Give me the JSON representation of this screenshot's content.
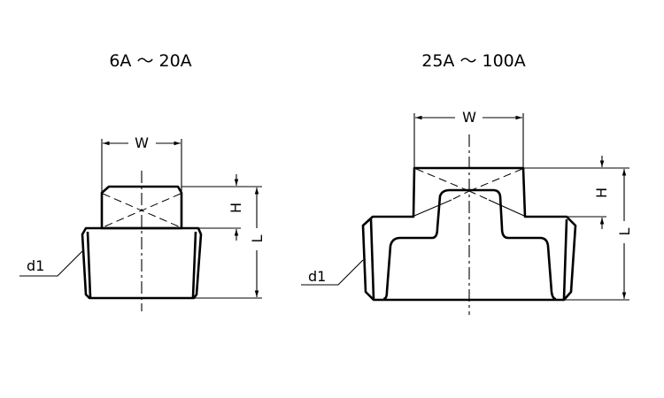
{
  "left_figure": {
    "title": "6A ～ 20A",
    "width_label": "W",
    "hex_height_label": "H",
    "length_label": "L",
    "thread_label": "d1"
  },
  "right_figure": {
    "title": "25A ～ 100A",
    "width_label": "W",
    "hex_height_label": "H",
    "length_label": "L",
    "thread_label": "d1"
  }
}
